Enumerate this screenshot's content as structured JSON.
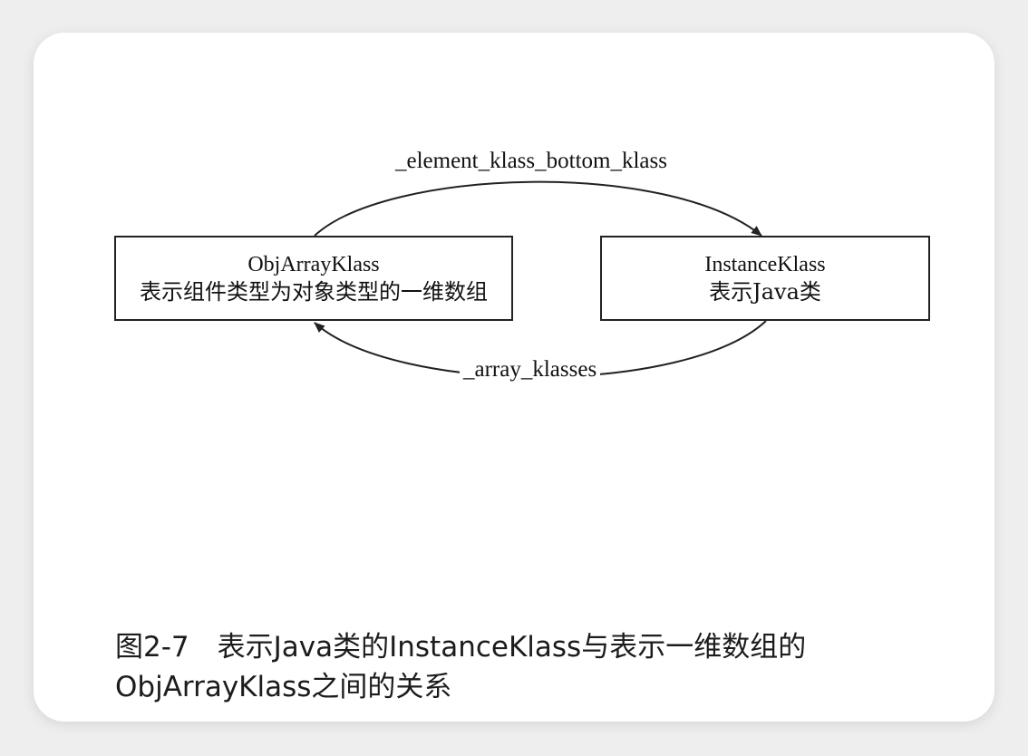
{
  "diagram": {
    "nodes": [
      {
        "name": "ObjArrayKlass",
        "description": "表示组件类型为对象类型的一维数组"
      },
      {
        "name": "InstanceKlass",
        "description": "表示Java类"
      }
    ],
    "edges": [
      {
        "label": "_element_klass_bottom_klass",
        "from": "ObjArrayKlass",
        "to": "InstanceKlass"
      },
      {
        "label": "_array_klasses",
        "from": "InstanceKlass",
        "to": "ObjArrayKlass"
      }
    ]
  },
  "caption": {
    "line1": "图2-7　表示Java类的InstanceKlass与表示一维数组的",
    "line2": "ObjArrayKlass之间的关系"
  }
}
